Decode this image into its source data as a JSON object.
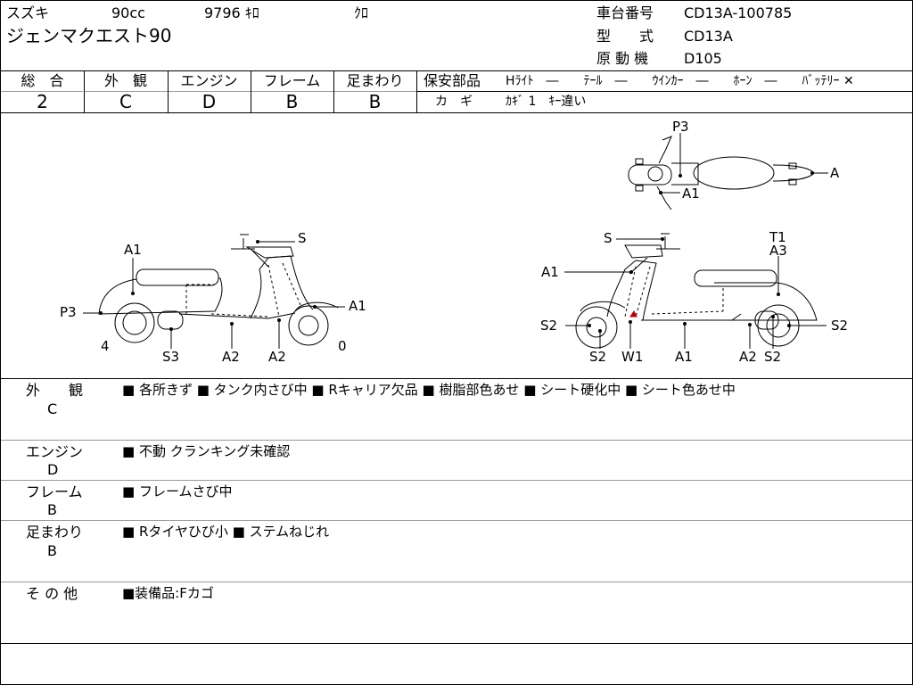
{
  "header": {
    "maker": "スズキ",
    "displacement": "90cc",
    "mileage": "9796 ｷﾛ",
    "color": "ｸﾛ",
    "model_name": "ジェンマクエスト90",
    "frame_label": "車台番号",
    "frame_value": "CD13A-100785",
    "type_label": "型　　式",
    "type_value": "CD13A",
    "engine_label": "原 動 機",
    "engine_value": "D105"
  },
  "grades": [
    {
      "label": "総　合",
      "value": "2"
    },
    {
      "label": "外　観",
      "value": "C"
    },
    {
      "label": "エンジン",
      "value": "D"
    },
    {
      "label": "フレーム",
      "value": "B"
    },
    {
      "label": "足まわり",
      "value": "B"
    }
  ],
  "safety": {
    "label": "保安部品",
    "items": "Hﾗｲﾄ　―　　ﾃｰﾙ　―　　ｳｲﾝｶｰ　―　　ﾎｰﾝ　―　　ﾊﾞｯﾃﾘｰ ✕",
    "key_label": "カ　ギ",
    "key_value": "ｶｷﾞ 1　ｷｰ違い"
  },
  "diagram": {
    "side_left": {
      "A1_top": "A1",
      "P3": "P3",
      "S": "S",
      "A1_right": "A1",
      "n4": "4",
      "S3": "S3",
      "A2a": "A2",
      "A2b": "A2",
      "n0": "0"
    },
    "side_right": {
      "S": "S",
      "T1": "T1",
      "A3": "A3",
      "A1": "A1",
      "S2_left": "S2",
      "S2_right": "S2",
      "S2_bottom": "S2",
      "W1": "W1",
      "A1_bottom": "A1",
      "A2": "A2",
      "S2_rear": "S2"
    },
    "top_view": {
      "P3": "P3",
      "A": "A",
      "A1": "A1"
    }
  },
  "remarks": [
    {
      "label": "外　　観",
      "grade": "C",
      "text": "■ 各所きず ■ タンク内さび中 ■ Rキャリア欠品 ■ 樹脂部色あせ ■ シート硬化中 ■ シート色あせ中"
    },
    {
      "label": "エンジン",
      "grade": "D",
      "text": "■ 不動 クランキング未確認"
    },
    {
      "label": "フレーム",
      "grade": "B",
      "text": "■ フレームさび中"
    },
    {
      "label": "足まわり",
      "grade": "B",
      "text": "■ Rタイヤひび小 ■ ステムねじれ"
    },
    {
      "label": "そ の 他",
      "grade": "",
      "text": "■装備品:Fカゴ"
    }
  ],
  "colors": {
    "line": "#000000",
    "light_line": "#999999",
    "damage_mark": "#c00000"
  }
}
